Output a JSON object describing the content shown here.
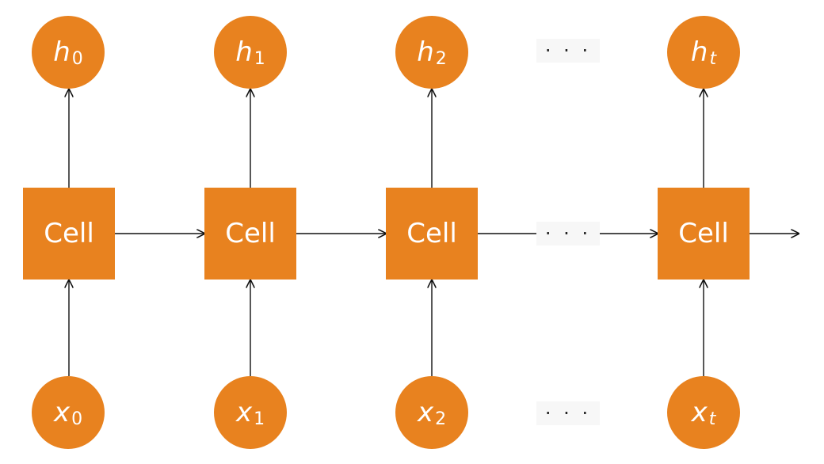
{
  "diagram": {
    "cell_label": "Cell",
    "colors": {
      "node_fill": "#e8821f",
      "node_text": "#ffffff",
      "line": "#111111",
      "dots_bg": "#f7f7f7"
    },
    "ellipsis": "· · ·",
    "columns": [
      {
        "h": {
          "main": "h",
          "sub": "0",
          "sub_italic": false
        },
        "x": {
          "main": "x",
          "sub": "0",
          "sub_italic": false
        }
      },
      {
        "h": {
          "main": "h",
          "sub": "1",
          "sub_italic": false
        },
        "x": {
          "main": "x",
          "sub": "1",
          "sub_italic": false
        }
      },
      {
        "h": {
          "main": "h",
          "sub": "2",
          "sub_italic": false
        },
        "x": {
          "main": "x",
          "sub": "2",
          "sub_italic": false
        }
      },
      {
        "h": {
          "main": "h",
          "sub": "t",
          "sub_italic": true
        },
        "x": {
          "main": "x",
          "sub": "t",
          "sub_italic": true
        }
      }
    ]
  }
}
